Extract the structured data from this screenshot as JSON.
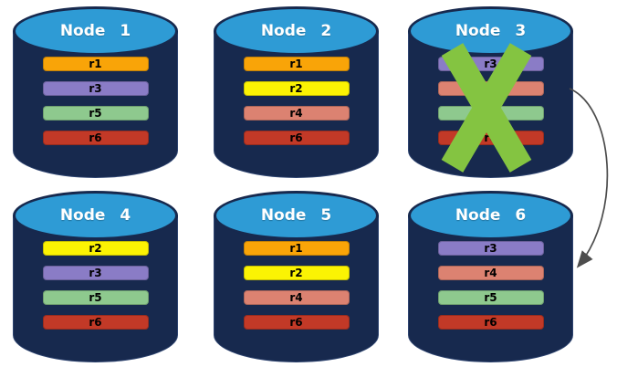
{
  "diagram": {
    "nodes": [
      {
        "label": "Node 1",
        "failed": false,
        "replicas": [
          {
            "label": "r1",
            "color": "#F9A408"
          },
          {
            "label": "r3",
            "color": "#8A7CC6"
          },
          {
            "label": "r5",
            "color": "#8EC98E"
          },
          {
            "label": "r6",
            "color": "#C23927"
          }
        ]
      },
      {
        "label": "Node 2",
        "failed": false,
        "replicas": [
          {
            "label": "r1",
            "color": "#F9A408"
          },
          {
            "label": "r2",
            "color": "#FBF303"
          },
          {
            "label": "r4",
            "color": "#DC8271"
          },
          {
            "label": "r6",
            "color": "#C23927"
          }
        ]
      },
      {
        "label": "Node 3",
        "failed": true,
        "replicas": [
          {
            "label": "r3",
            "color": "#8A7CC6"
          },
          {
            "label": "r4",
            "color": "#DC8271"
          },
          {
            "label": "r5",
            "color": "#8EC98E"
          },
          {
            "label": "r6",
            "color": "#C23927"
          }
        ]
      },
      {
        "label": "Node 4",
        "failed": false,
        "replicas": [
          {
            "label": "r2",
            "color": "#FBF303"
          },
          {
            "label": "r3",
            "color": "#8A7CC6"
          },
          {
            "label": "r5",
            "color": "#8EC98E"
          },
          {
            "label": "r6",
            "color": "#C23927"
          }
        ]
      },
      {
        "label": "Node 5",
        "failed": false,
        "replicas": [
          {
            "label": "r1",
            "color": "#F9A408"
          },
          {
            "label": "r2",
            "color": "#FBF303"
          },
          {
            "label": "r4",
            "color": "#DC8271"
          },
          {
            "label": "r6",
            "color": "#C23927"
          }
        ]
      },
      {
        "label": "Node 6",
        "failed": false,
        "replicas": [
          {
            "label": "r3",
            "color": "#8A7CC6"
          },
          {
            "label": "r4",
            "color": "#DC8271"
          },
          {
            "label": "r5",
            "color": "#8EC98E"
          },
          {
            "label": "r6",
            "color": "#C23927"
          }
        ]
      }
    ],
    "failure": {
      "node": "Node 3",
      "x_color": "#84C441"
    },
    "arrow": {
      "from": "Node 3",
      "to": "Node 6",
      "color": "#4d4d4d"
    }
  },
  "colors": {
    "cylinder_body": "#17294E",
    "cylinder_top": "#2E9BD5",
    "node_label_text": "#FFFFFF",
    "replica_label_text": "#000000",
    "background": "#FFFFFF"
  }
}
